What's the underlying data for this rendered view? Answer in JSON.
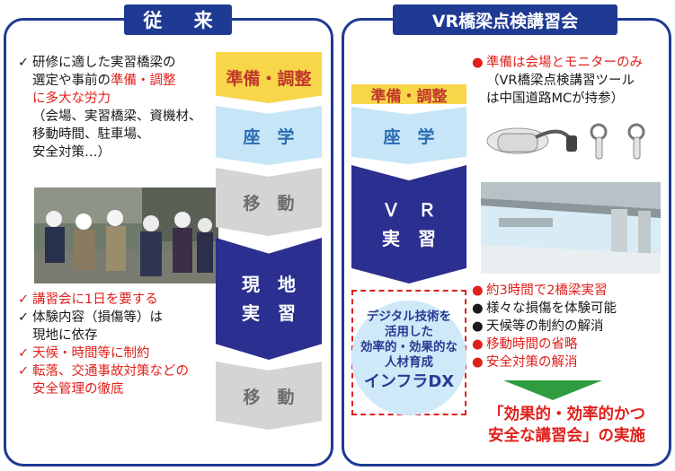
{
  "left": {
    "title": "従 来",
    "top_lines": [
      {
        "mark": "✓",
        "mark_color": "black",
        "segments": [
          {
            "text": "研修に適した実習橋梁の",
            "red": false
          }
        ]
      },
      {
        "mark": "",
        "segments": [
          {
            "text": "選定や事前の",
            "red": false
          },
          {
            "text": "準備・調整",
            "red": true
          }
        ]
      },
      {
        "mark": "",
        "segments": [
          {
            "text": "に多大な労力",
            "red": true
          }
        ]
      },
      {
        "mark": "",
        "segments": [
          {
            "text": "（会場、実習橋梁、資機材、",
            "red": false
          }
        ]
      },
      {
        "mark": "",
        "segments": [
          {
            "text": "移動時間、駐車場、",
            "red": false
          }
        ]
      },
      {
        "mark": "",
        "segments": [
          {
            "text": "安全対策…）",
            "red": false
          }
        ]
      }
    ],
    "bottom_lines": [
      {
        "mark": "✓",
        "mark_color": "red",
        "segments": [
          {
            "text": "講習会に1日を要する",
            "red": true
          }
        ]
      },
      {
        "mark": "✓",
        "mark_color": "black",
        "segments": [
          {
            "text": "体験内容（損傷等）は",
            "red": false
          }
        ]
      },
      {
        "mark": "",
        "segments": [
          {
            "text": "現地に依存",
            "red": false
          }
        ]
      },
      {
        "mark": "✓",
        "mark_color": "red",
        "segments": [
          {
            "text": "天候・時間等に制約",
            "red": true
          }
        ]
      },
      {
        "mark": "✓",
        "mark_color": "red",
        "segments": [
          {
            "text": "転落、交通事故対策などの",
            "red": true
          }
        ]
      },
      {
        "mark": "",
        "segments": [
          {
            "text": "安全管理の徹底",
            "red": true
          }
        ]
      }
    ],
    "steps": {
      "prep": "準備・調整",
      "lecture": "座　学",
      "move1": "移　動",
      "field_l1": "現　地",
      "field_l2": "実　習",
      "move2": "移　動"
    }
  },
  "right": {
    "title": "VR橋梁点検講習会",
    "top_lines": [
      {
        "mark": "●",
        "mark_color": "red",
        "segments": [
          {
            "text": "準備は会場とモニターのみ",
            "red": true
          }
        ]
      },
      {
        "mark": "",
        "segments": [
          {
            "text": "（VR橋梁点検講習ツール",
            "red": false
          }
        ]
      },
      {
        "mark": "",
        "segments": [
          {
            "text": "は中国道路MCが持参）",
            "red": false
          }
        ]
      }
    ],
    "bottom_lines": [
      {
        "mark": "●",
        "mark_color": "red",
        "segments": [
          {
            "text": "約3時間で2橋梁実習",
            "red": true
          }
        ]
      },
      {
        "mark": "●",
        "mark_color": "black",
        "segments": [
          {
            "text": "様々な損傷を体験可能",
            "red": false
          }
        ]
      },
      {
        "mark": "●",
        "mark_color": "black",
        "segments": [
          {
            "text": "天候等の制約の解消",
            "red": false
          }
        ]
      },
      {
        "mark": "●",
        "mark_color": "red",
        "segments": [
          {
            "text": "移動時間の省略",
            "red": true
          }
        ]
      },
      {
        "mark": "●",
        "mark_color": "red",
        "segments": [
          {
            "text": "安全対策の解消",
            "red": true
          }
        ]
      }
    ],
    "steps": {
      "prep": "準備・調整",
      "lecture": "座　学",
      "vr_l1": "Ｖ　Ｒ",
      "vr_l2": "実　習"
    },
    "dx": {
      "l1": "デジタル技術を",
      "l2": "活用した",
      "l3": "効率的・効果的な",
      "l4": "人材育成",
      "l5": "インフラDX"
    },
    "result": {
      "l1": "「効果的・効率的かつ",
      "l2": "安全な講習会」の実施"
    }
  },
  "colors": {
    "navy": "#1f3a93",
    "red": "#e0201b",
    "yellow": "#f7d64a",
    "light_blue": "#c6e6f7",
    "gray": "#d4d4d4",
    "green": "#2e9c3f"
  }
}
